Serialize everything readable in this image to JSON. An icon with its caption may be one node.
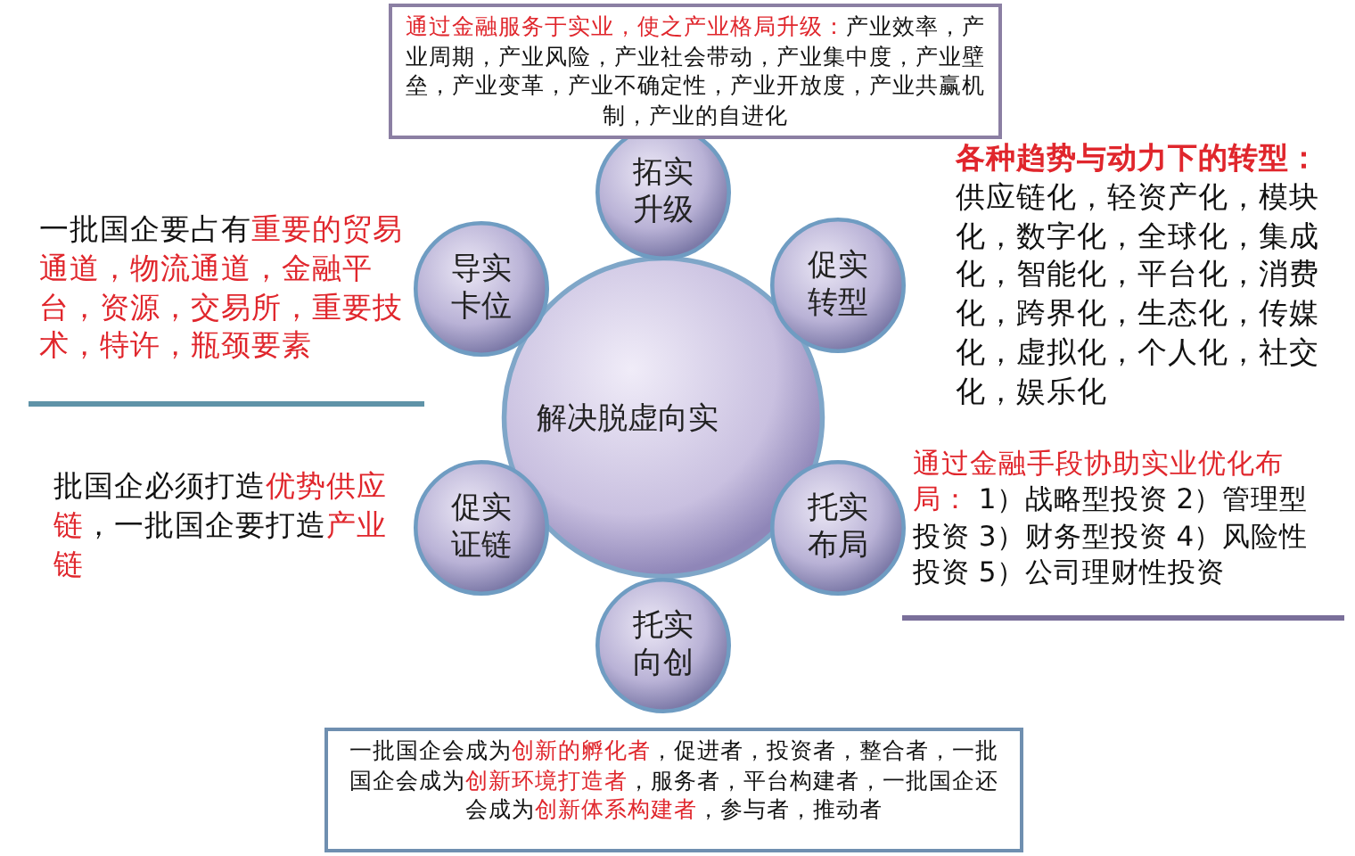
{
  "diagram": {
    "nodes": [
      {
        "text": [
          "**通过金融服务于实业，使之产业格局升级：**产业效率，产业周期，产业风险，产业社会带动，产业集中度，产业壁垒，产业变革，产业不确定性，产业开放度，产业共赢机制，产业的自进化"
        ]
      },
      {
        "text": [
          "拓实升级"
        ]
      },
      {
        "text": [
          "导实卡位"
        ]
      },
      {
        "text": [
          "促实转型"
        ]
      },
      {
        "text": [
          "一批国企要占有**重要的贸易通道，物流通道，金融平台，资源，交易所，重要技术，特许，瓶颈要素**"
        ]
      },
      {
        "text": [
          "各种趋势与动力下的转型：",
          "供应链化，轻资产化，模块化，数字化，全球化，集成化，智能化，平台化，消费化，跨界化，生态化，传媒化，虚拟化，个人化，社交化，娱乐化"
        ]
      },
      {
        "text": [
          "解决脱虚向实"
        ]
      },
      {
        "text": [
          "促实证链"
        ]
      },
      {
        "text": [
          "托实布局"
        ]
      },
      {
        "text": [
          "批国企必须打造**优势供应链**，一批国企要打造**产业链**"
        ]
      },
      {
        "text": [
          "**通过金融手段协助实业优化布局：** 1）战略型投资 2）管理型投资 3）财务型投资 4）风险性投资 5）公司理财性投资"
        ]
      },
      {
        "text": [
          "托实向创"
        ]
      },
      {
        "text": [
          "一批国企会成为**创新的孵化者**，促进者，投资者，整合者，一批国企会成为**创新环境打造者**，服务者，平台构建者，一批国企还会成为**创新体系构建者**，参与者，推动者"
        ]
      }
    ]
  }
}
